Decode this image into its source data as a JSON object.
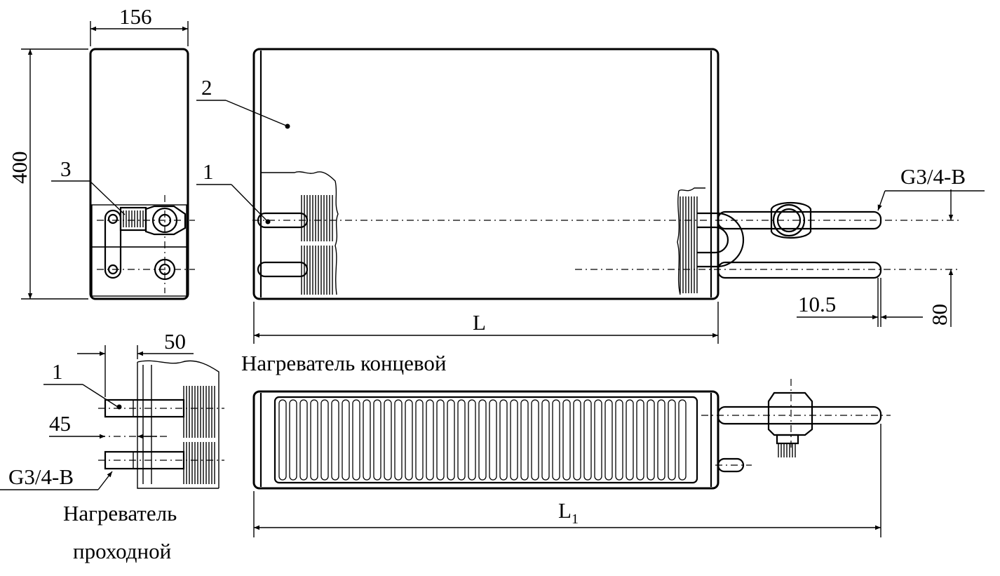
{
  "labels": {
    "width_156": "156",
    "height_400": "400",
    "callout_3": "3",
    "callout_2": "2",
    "callout_1_top": "1",
    "thread_top": "G3/4-B",
    "dim_10_5": "10.5",
    "dim_80": "80",
    "dim_L": "L",
    "caption_end": "Нагреватель концевой",
    "dim_50": "50",
    "callout_1_side": "1",
    "dim_45": "45",
    "thread_side": "G3/4-B",
    "caption_pass_line1": "Нагреватель",
    "caption_pass_line2": "проходной",
    "dim_L1": "L",
    "dim_L1_sub": "1"
  }
}
